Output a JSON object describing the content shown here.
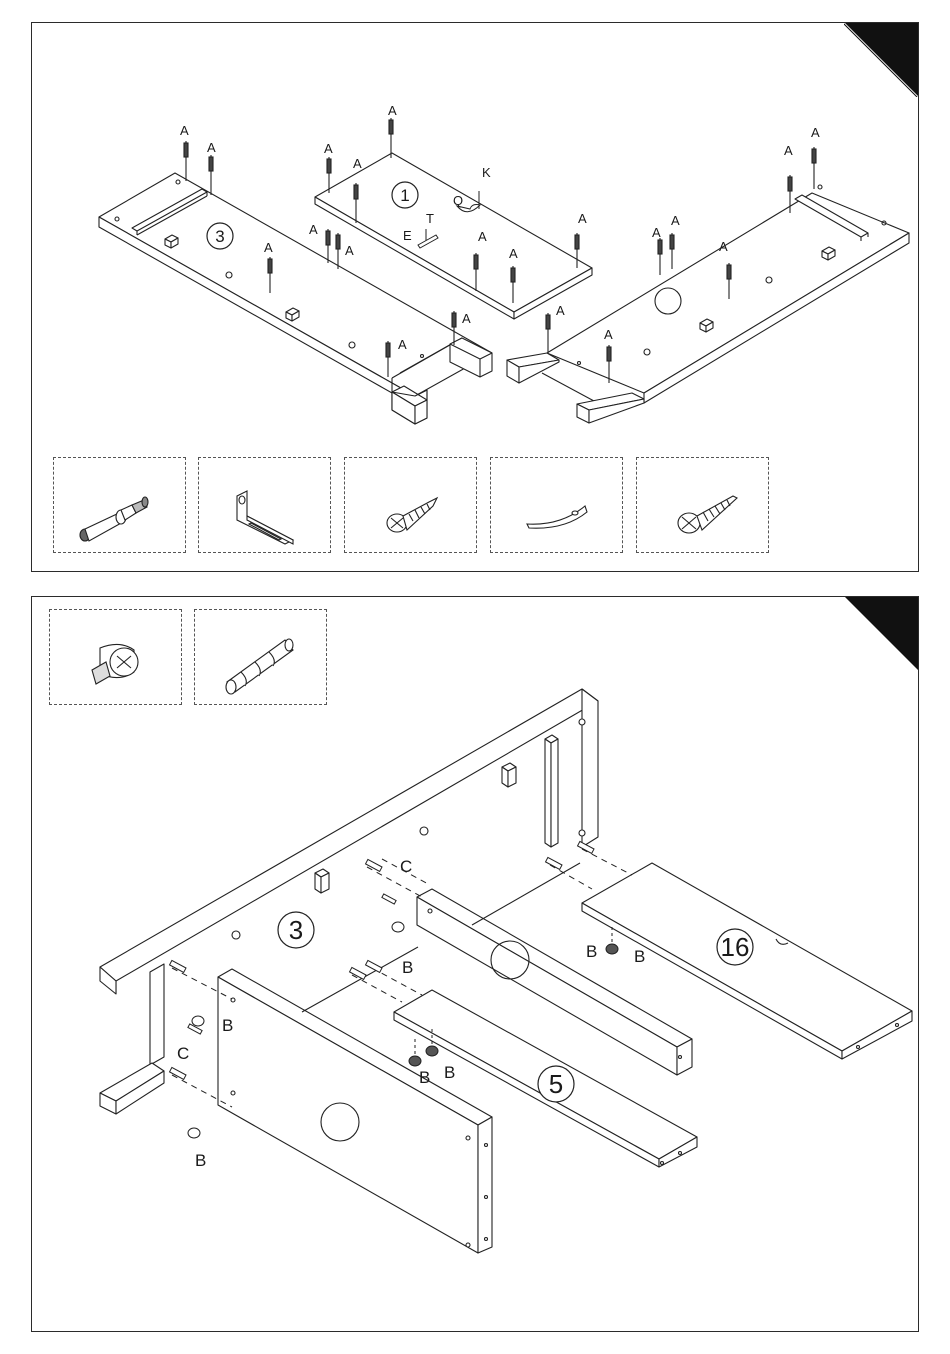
{
  "step1": {
    "part_numbers": [
      "1",
      "3"
    ],
    "labels": {
      "a": "A",
      "k": "K",
      "q": "Q",
      "t": "T",
      "e": "E"
    },
    "hardware": [
      "cam-bolt-icon",
      "l-bracket-icon",
      "short-screw-icon",
      "flat-bracket-icon",
      "long-screw-icon"
    ]
  },
  "step2": {
    "part_numbers": [
      "3",
      "5",
      "16"
    ],
    "labels": {
      "b": "B",
      "c": "C"
    },
    "hardware": [
      "cam-lock-icon",
      "wooden-dowel-icon"
    ]
  }
}
